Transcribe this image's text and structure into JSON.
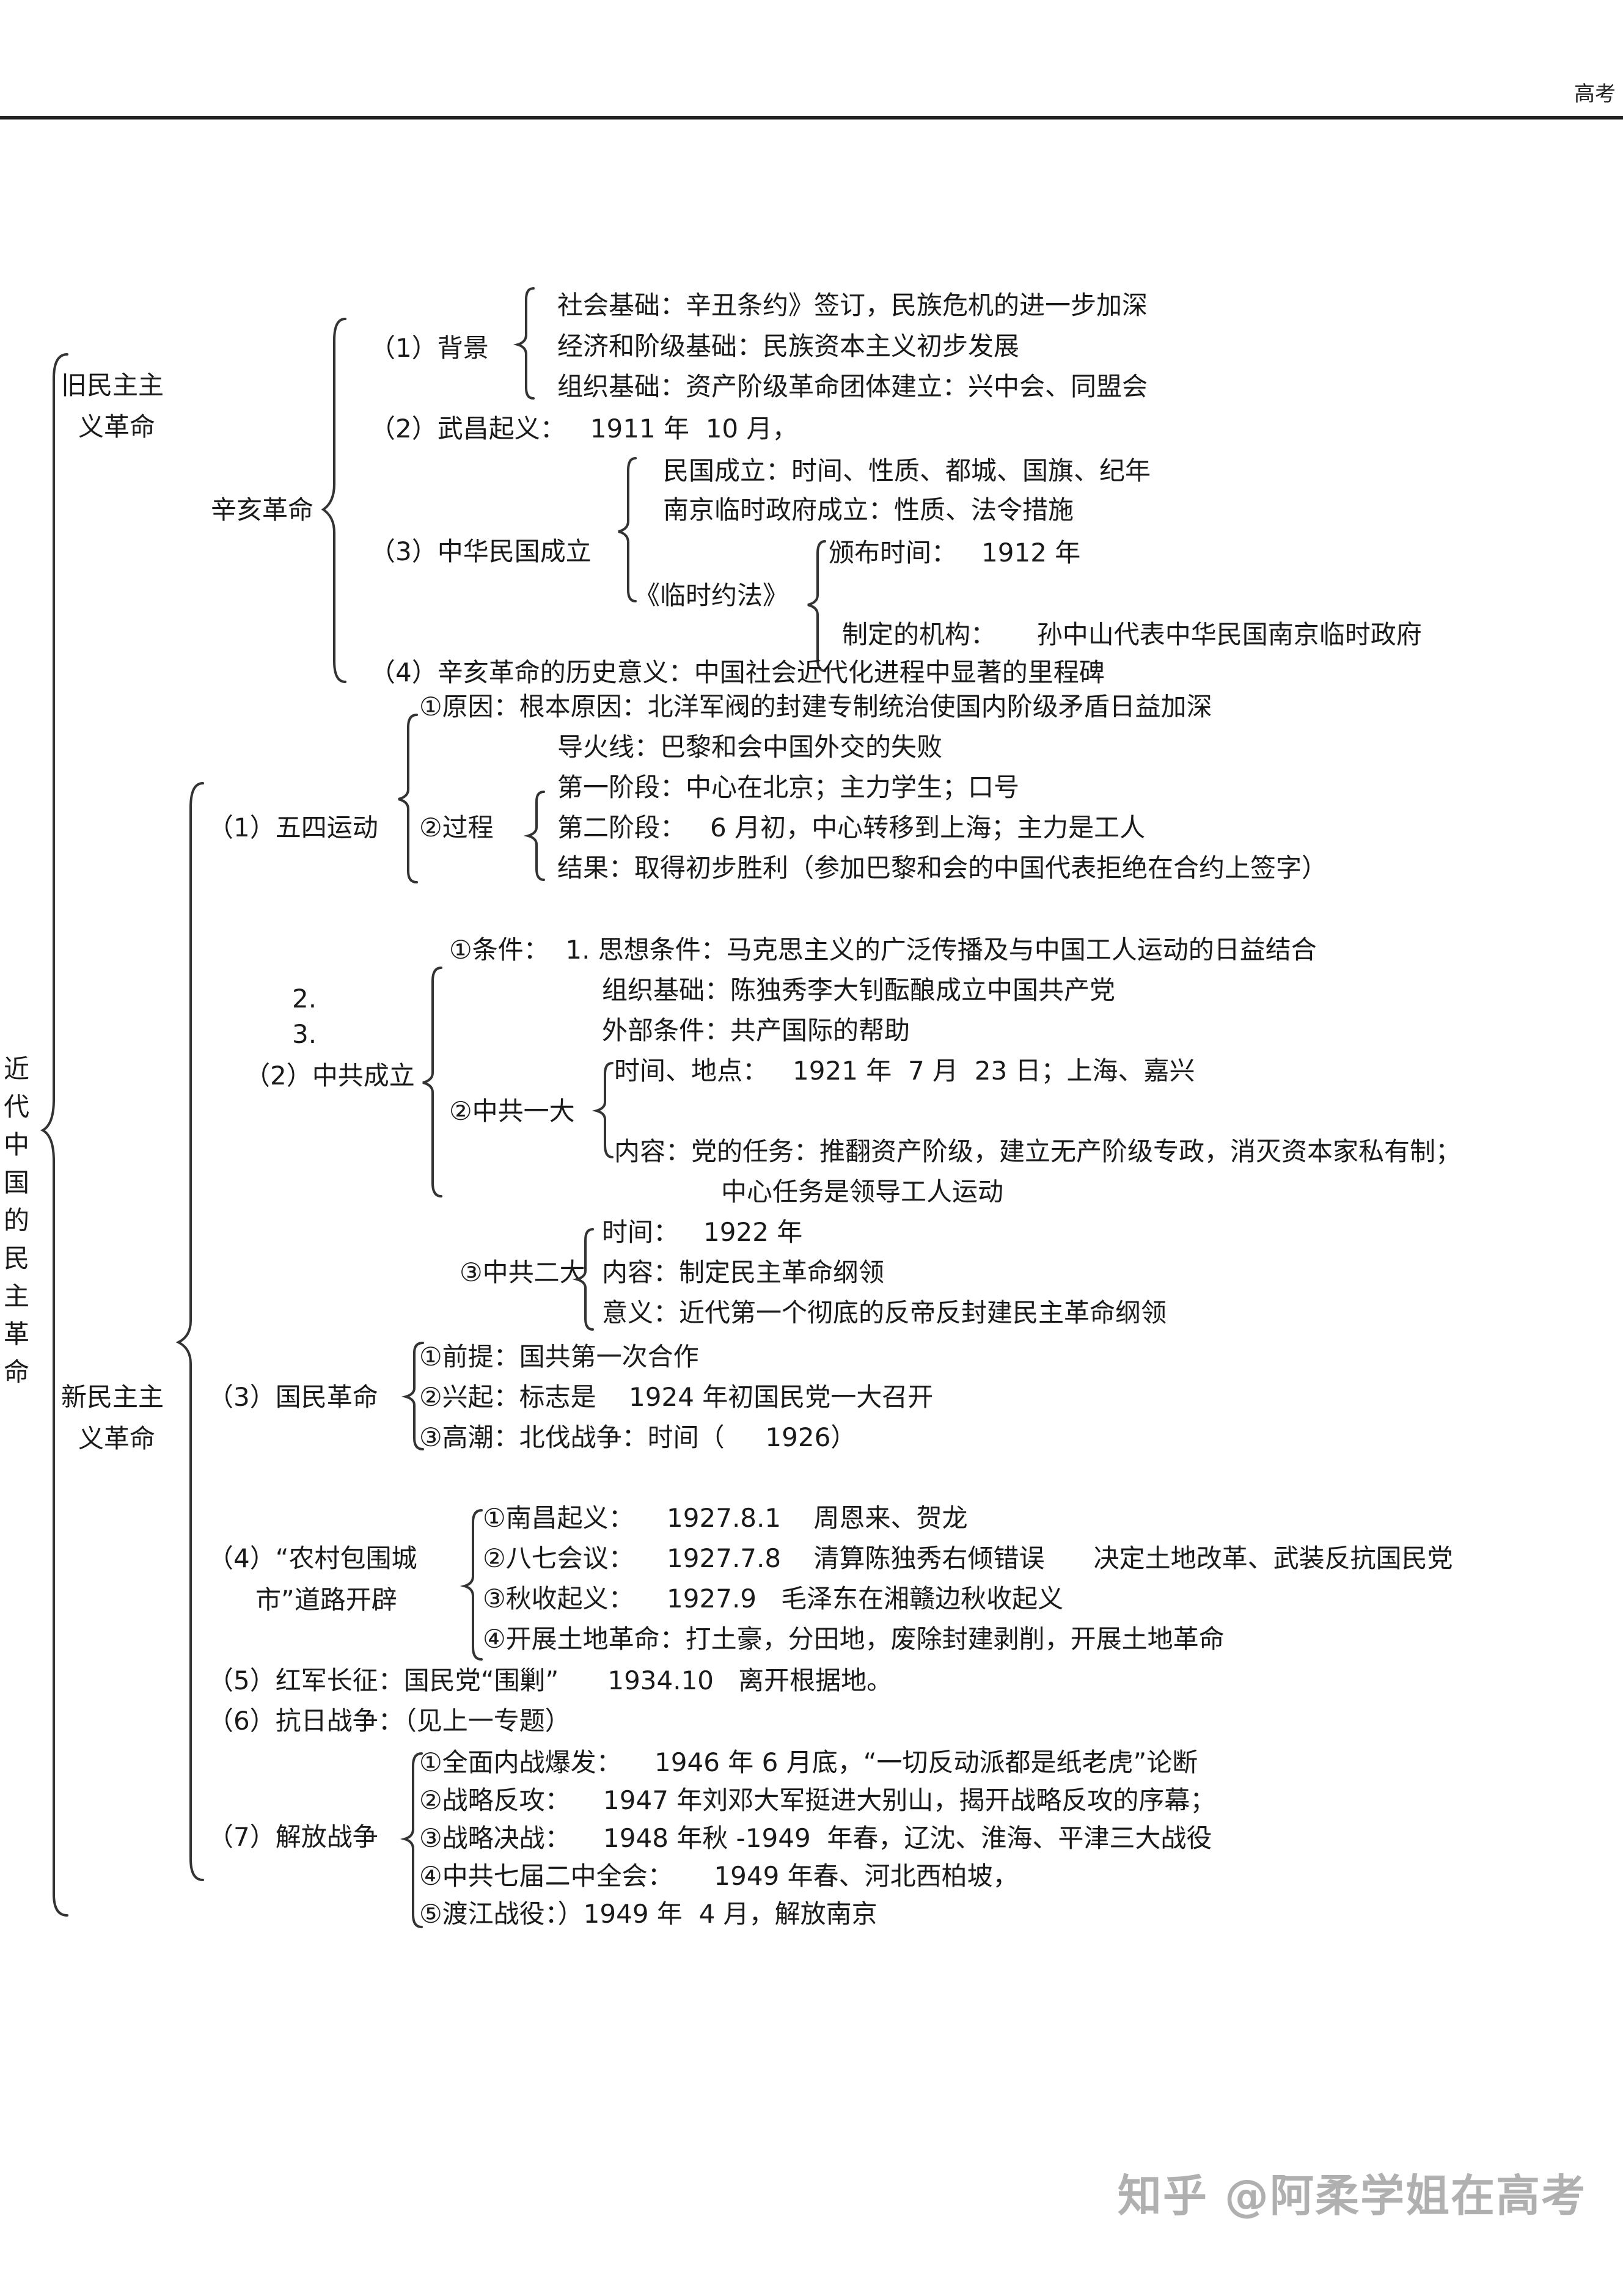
{
  "header": {
    "right_text": "高考"
  },
  "root": {
    "title": "近代中国的民主革命",
    "chars": [
      "近",
      "代",
      "中",
      "国",
      "的",
      "民",
      "主",
      "革",
      "命"
    ]
  },
  "old_democratic": {
    "label": "旧民主主义革命",
    "label_lines": [
      "旧民主主",
      "义革命"
    ],
    "xinhai": {
      "label": "辛亥革命",
      "background": {
        "label": "（1）背景",
        "items": [
          "社会基础：辛丑条约》签订，民族危机的进一步加深",
          "经济和阶级基础：民族资本主义初步发展",
          "组织基础：资产阶级革命团体建立：兴中会、同盟会"
        ]
      },
      "wuchang": "（2）武昌起义：   1911 年  10 月，",
      "roc": {
        "label": "（3）中华民国成立",
        "items": [
          "民国成立：时间、性质、都城、国旗、纪年",
          "南京临时政府成立：性质、法令措施"
        ],
        "provisional": {
          "label": "《临时约法》",
          "items": [
            "颁布时间：   1912 年",
            "制定的机构：     孙中山代表中华民国南京临时政府"
          ]
        }
      },
      "significance": "（4）辛亥革命的历史意义：中国社会近代化进程中显著的里程碑"
    }
  },
  "new_democratic": {
    "label": "新民主主义革命",
    "label_lines": [
      "新民主主",
      "义革命"
    ],
    "may4": {
      "label": "（1）五四运动",
      "cause": "①原因：根本原因：北洋军阀的封建专制统治使国内阶级矛盾日益加深",
      "trigger": "导火线：巴黎和会中国外交的失败",
      "process": {
        "label": "②过程",
        "items": [
          "第一阶段：中心在北京；主力学生；口号",
          "第二阶段：   6 月初，中心转移到上海；主力是工人",
          "结果：取得初步胜利（参加巴黎和会的中国代表拒绝在合约上签字）"
        ]
      }
    },
    "ccp_founding": {
      "label": "（2）中共成立",
      "stray_numbers": [
        "2.",
        "3."
      ],
      "conditions": {
        "line1": "①条件：  1. 思想条件：马克思主义的广泛传播及与中国工人运动的日益结合",
        "line2": "组织基础：陈独秀李大钊酝酿成立中国共产党",
        "line3": "外部条件：共产国际的帮助"
      },
      "first_congress": {
        "label": "②中共一大",
        "time_place": "时间、地点：   1921 年  7 月  23 日；上海、嘉兴",
        "content": "内容：党的任务：推翻资产阶级，建立无产阶级专政，消灭资本家私有制；",
        "content_cont": "中心任务是领导工人运动"
      },
      "second_congress": {
        "label": "③中共二大",
        "items": [
          "时间：   1922 年",
          "内容：制定民主革命纲领",
          "意义：近代第一个彻底的反帝反封建民主革命纲领"
        ]
      }
    },
    "national_revolution": {
      "label": "（3）国民革命",
      "items": [
        "①前提：国共第一次合作",
        "②兴起：标志是    1924 年初国民党一大召开",
        "③高潮：北伐战争：时间（     1926）"
      ]
    },
    "rural_encircle": {
      "label_lines": [
        "（4）“农村包围城",
        "市”道路开辟"
      ],
      "items": [
        "①南昌起义：    1927.8.1    周恩来、贺龙",
        "②八七会议：    1927.7.8    清算陈独秀右倾错误      决定土地改革、武装反抗国民党",
        "③秋收起义：    1927.9   毛泽东在湘赣边秋收起义",
        "④开展土地革命：打土豪，分田地，废除封建剥削，开展土地革命"
      ]
    },
    "long_march": "（5）红军长征：国民党“围剿”      1934.10   离开根据地。",
    "anti_japanese": "（6）抗日战争：（见上一专题）",
    "liberation_war": {
      "label": "（7）解放战争",
      "items": [
        "①全面内战爆发：    1946 年 6 月底，“一切反动派都是纸老虎”论断",
        "②战略反攻：    1947 年刘邓大军挺进大别山，揭开战略反攻的序幕；",
        "③战略决战：    1948 年秋 -1949  年春，辽沈、淮海、平津三大战役",
        "④中共七届二中全会：     1949 年春、河北西柏坡，",
        "⑤渡江战役：）1949 年  4 月，解放南京"
      ]
    }
  },
  "watermark": "知乎 @阿柔学姐在高考"
}
